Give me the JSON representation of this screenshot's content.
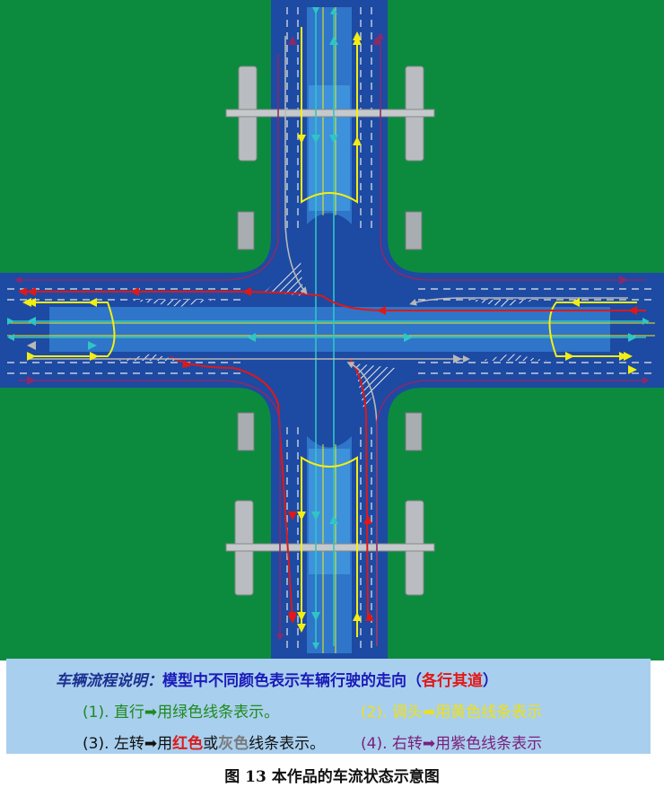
{
  "diagram": {
    "colors": {
      "grass": "#0c8b3f",
      "road": "#1d4aa3",
      "road_light": "#3b86d6",
      "median": "#2f75c9",
      "straight": "#2fc5c5",
      "uturn": "#f2ee14",
      "left_turn": "#e01818",
      "left_turn_gray": "#a8a8a8",
      "right_turn": "#8a2a6a"
    },
    "icons": [
      "pedestrian-bridge-north",
      "pedestrian-bridge-south",
      "bus-shelter"
    ]
  },
  "legend": {
    "title_label": "车辆流程说明：",
    "title_text": "模型中不同颜色表示车辆行驶的走向（",
    "title_red": "各行其道",
    "title_close": "）",
    "item1": {
      "num": "(1).",
      "text": "直行➡用绿色线条表示。"
    },
    "item2": {
      "num": "(2).",
      "text": "调头➡用黄色线条表示"
    },
    "item3": {
      "num": "(3).",
      "pre": "左转➡用",
      "red": "红色",
      "mid": "或",
      "gray": "灰色",
      "post": "线条表示。"
    },
    "item4": {
      "num": "(4).",
      "text": "右转➡用紫色线条表示"
    }
  },
  "caption": "图 13  本作品的车流状态示意图"
}
